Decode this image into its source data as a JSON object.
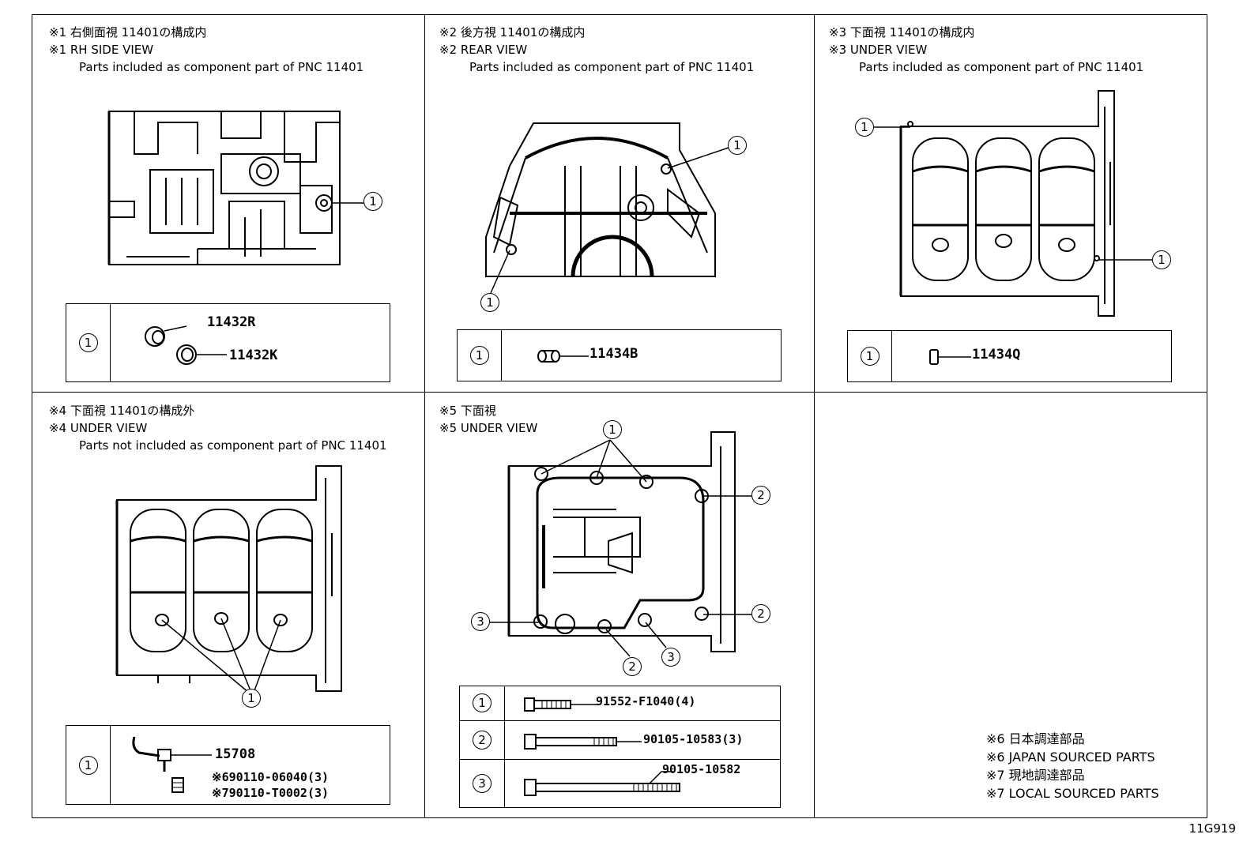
{
  "panels": [
    {
      "id": "p1",
      "title_jp": "※1 右側面視 11401の構成内",
      "title_en": "※1 RH SIDE VIEW",
      "subtitle": "Parts included as component part of PNC 11401",
      "callouts": [
        "1"
      ],
      "parts": [
        {
          "key": "1",
          "numbers": [
            "11432R",
            "11432K"
          ]
        }
      ]
    },
    {
      "id": "p2",
      "title_jp": "※2 後方視 11401の構成内",
      "title_en": "※2 REAR VIEW",
      "subtitle": "Parts included as component part of PNC 11401",
      "callouts": [
        "1",
        "1"
      ],
      "parts": [
        {
          "key": "1",
          "numbers": [
            "11434B"
          ]
        }
      ]
    },
    {
      "id": "p3",
      "title_jp": "※3 下面視 11401の構成内",
      "title_en": "※3 UNDER VIEW",
      "subtitle": "Parts included as component part of PNC 11401",
      "callouts": [
        "1",
        "1"
      ],
      "parts": [
        {
          "key": "1",
          "numbers": [
            "11434Q"
          ]
        }
      ]
    },
    {
      "id": "p4",
      "title_jp": "※4 下面視 11401の構成外",
      "title_en": "※4 UNDER VIEW",
      "subtitle": "Parts not included as component part of PNC 11401",
      "callouts": [
        "1"
      ],
      "parts": [
        {
          "key": "1",
          "numbers": [
            "15708",
            "※690110-06040(3)",
            "※790110-T0002(3)"
          ]
        }
      ]
    },
    {
      "id": "p5",
      "title_jp": "※5 下面視",
      "title_en": "※5 UNDER VIEW",
      "callouts": [
        "1",
        "2",
        "2",
        "3",
        "2",
        "3"
      ],
      "parts": [
        {
          "key": "1",
          "numbers": [
            "91552-F1040(4)"
          ]
        },
        {
          "key": "2",
          "numbers": [
            "90105-10583(3)"
          ]
        },
        {
          "key": "3",
          "numbers": [
            "90105-10582"
          ]
        }
      ]
    }
  ],
  "legend": [
    "※6 日本調達部品",
    "※6 JAPAN SOURCED PARTS",
    "※7 現地調達部品",
    "※7 LOCAL SOURCED PARTS"
  ],
  "diagram_code": "11G919"
}
